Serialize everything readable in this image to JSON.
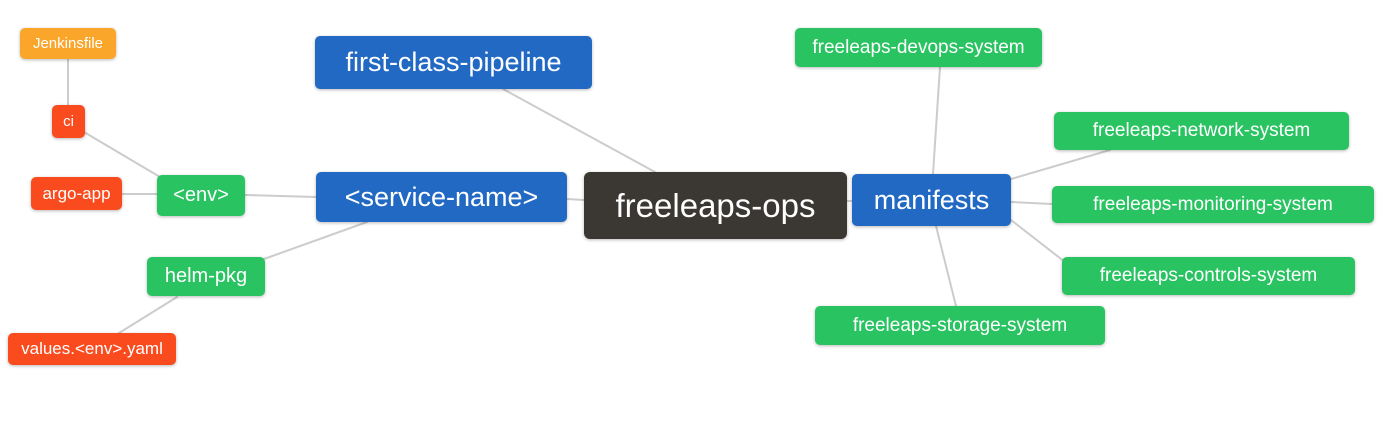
{
  "diagram": {
    "type": "mindmap",
    "nodes": {
      "jenkinsfile": {
        "label": "Jenkinsfile",
        "color": "#f9a62b"
      },
      "ci": {
        "label": "ci",
        "color": "#fa4b1e"
      },
      "argo_app": {
        "label": "argo-app",
        "color": "#fa4b1e"
      },
      "env": {
        "label": "<env>",
        "color": "#2ac362"
      },
      "helm_pkg": {
        "label": "helm-pkg",
        "color": "#2ac362"
      },
      "values_env_yaml": {
        "label": "values.<env>.yaml",
        "color": "#fa4b1e"
      },
      "first_class_pipeline": {
        "label": "first-class-pipeline",
        "color": "#2269c3"
      },
      "service_name": {
        "label": "<service-name>",
        "color": "#2269c3"
      },
      "freeleaps_ops": {
        "label": "freeleaps-ops",
        "color": "#3b3733"
      },
      "manifests": {
        "label": "manifests",
        "color": "#2269c3"
      },
      "devops_system": {
        "label": "freeleaps-devops-system",
        "color": "#2ac362"
      },
      "network_system": {
        "label": "freeleaps-network-system",
        "color": "#2ac362"
      },
      "monitoring_system": {
        "label": "freeleaps-monitoring-system",
        "color": "#2ac362"
      },
      "controls_system": {
        "label": "freeleaps-controls-system",
        "color": "#2ac362"
      },
      "storage_system": {
        "label": "freeleaps-storage-system",
        "color": "#2ac362"
      }
    },
    "edges": [
      {
        "from": "Jenkinsfile",
        "to": "ci"
      },
      {
        "from": "ci",
        "to": "<env>"
      },
      {
        "from": "argo-app",
        "to": "<env>"
      },
      {
        "from": "<env>",
        "to": "<service-name>"
      },
      {
        "from": "helm-pkg",
        "to": "<service-name>"
      },
      {
        "from": "values.<env>.yaml",
        "to": "helm-pkg"
      },
      {
        "from": "<service-name>",
        "to": "freeleaps-ops"
      },
      {
        "from": "first-class-pipeline",
        "to": "freeleaps-ops"
      },
      {
        "from": "freeleaps-ops",
        "to": "manifests"
      },
      {
        "from": "manifests",
        "to": "freeleaps-devops-system"
      },
      {
        "from": "manifests",
        "to": "freeleaps-network-system"
      },
      {
        "from": "manifests",
        "to": "freeleaps-monitoring-system"
      },
      {
        "from": "manifests",
        "to": "freeleaps-controls-system"
      },
      {
        "from": "manifests",
        "to": "freeleaps-storage-system"
      }
    ],
    "colors": {
      "background": "#ffffff",
      "edge": "#cccccc",
      "node_text": "#ffffff"
    }
  }
}
